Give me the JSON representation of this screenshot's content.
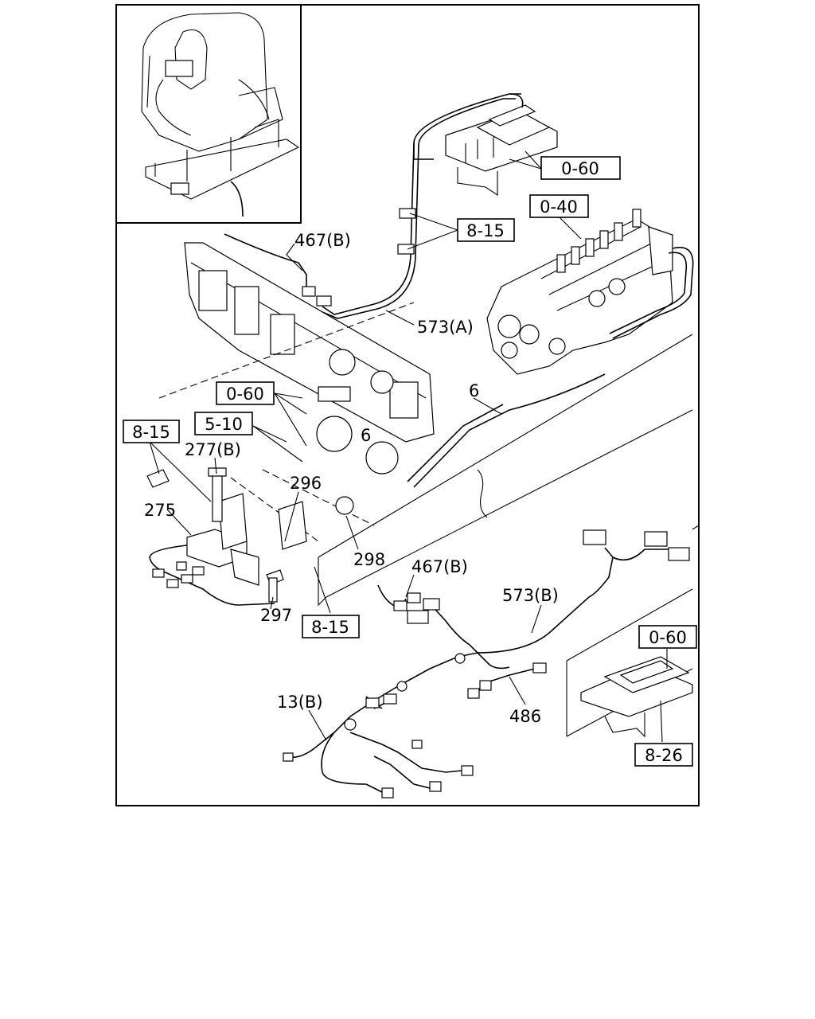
{
  "diagram": {
    "ref_boxes": {
      "b060_top": "0-60",
      "b040": "0-40",
      "b815_top": "8-15",
      "b060_mid": "0-60",
      "b510": "5-10",
      "b815_left": "8-15",
      "b815_bottom": "8-15",
      "b060_right": "0-60",
      "b826": "8-26"
    },
    "labels": {
      "l467b_top": "467(B)",
      "l573a": "573(A)",
      "l6_a": "6",
      "l6_b": "6",
      "l277b": "277(B)",
      "l296": "296",
      "l275": "275",
      "l298": "298",
      "l297": "297",
      "l467b_mid": "467(B)",
      "l573b": "573(B)",
      "l486": "486",
      "l13b": "13(B)"
    }
  }
}
